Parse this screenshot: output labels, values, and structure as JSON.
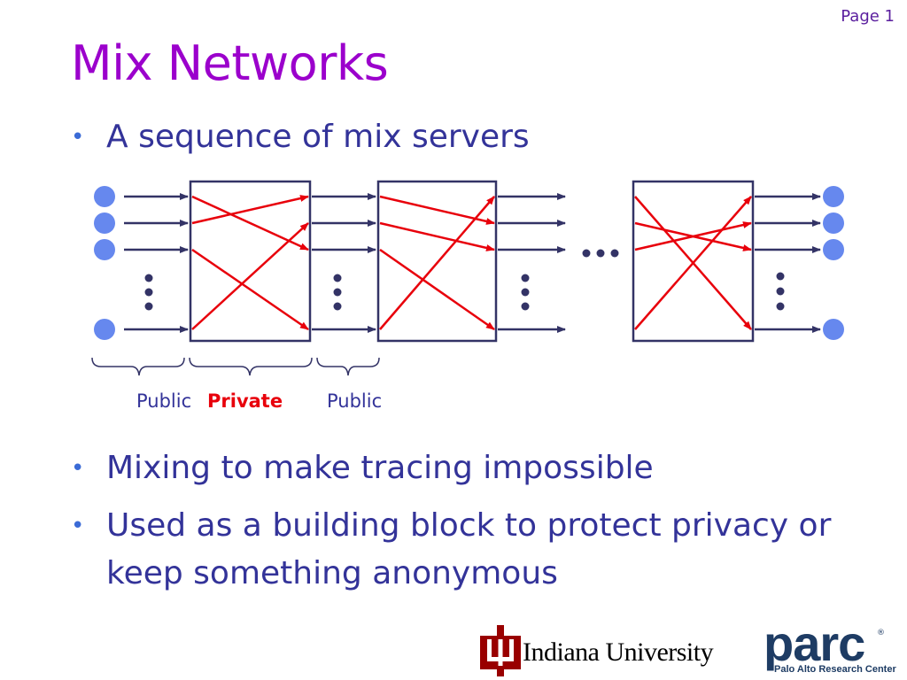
{
  "page_label": "Page 1",
  "title": "Mix Networks",
  "bullets": [
    "A sequence of mix servers",
    "Mixing to make tracing impossible",
    "Used as a building block to protect privacy or keep something anonymous"
  ],
  "bullet_glyph": "•",
  "diagram": {
    "labels": {
      "public_left": "Public",
      "private": "Private",
      "public_right": "Public"
    },
    "ellipsis": "…",
    "colors": {
      "box": "#333366",
      "arrow": "#333366",
      "mix_line": "#e8000b",
      "node": "#6688ee",
      "private_label": "#e8000b",
      "public_label": "#333399"
    }
  },
  "logos": {
    "iu_name": "Indiana University",
    "parc_name": "parc",
    "parc_tagline": "Palo Alto Research Center",
    "registered": "®"
  }
}
